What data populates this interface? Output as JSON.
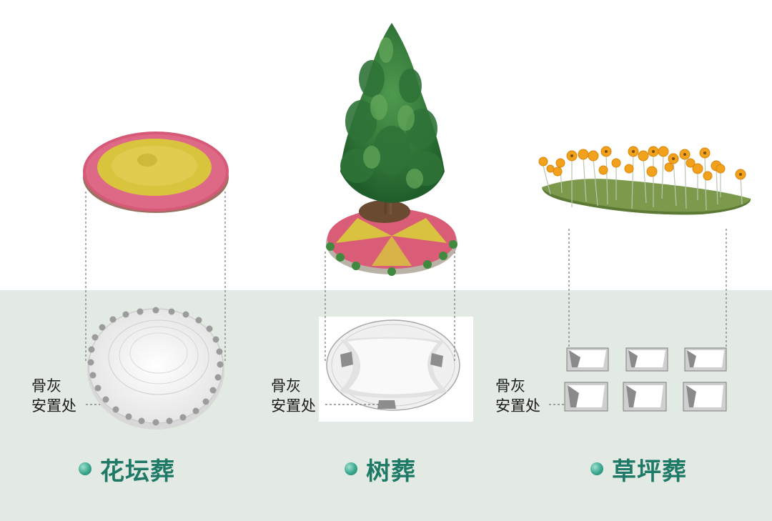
{
  "sections": [
    {
      "id": "flowerbed",
      "title": "花坛葬",
      "label_line1": "骨灰",
      "label_line2": "安置处"
    },
    {
      "id": "tree",
      "title": "树葬",
      "label_line1": "骨灰",
      "label_line2": "安置处"
    },
    {
      "id": "lawn",
      "title": "草坪葬",
      "label_line1": "骨灰",
      "label_line2": "安置处"
    }
  ],
  "colors": {
    "title_green": "#1e7a66",
    "band_background": "#e3e9e3",
    "flower_pink": "#d9607c",
    "flower_yellow": "#d8c33a",
    "foliage_green": "#2f7a3a",
    "sunflower_orange": "#f2a11c",
    "lawn_green": "#7f9a4e"
  }
}
